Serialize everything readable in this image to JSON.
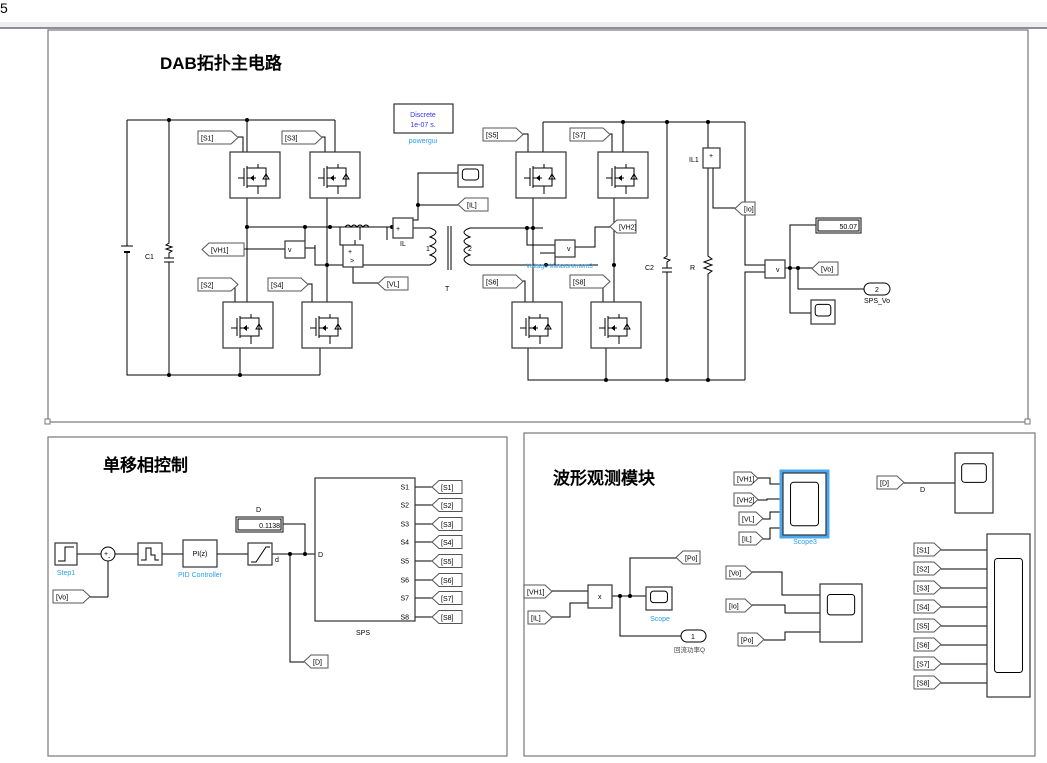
{
  "window": {
    "corner_text": "5"
  },
  "colors": {
    "wire": "#000000",
    "block_label_blue": "#2a9ff0",
    "powergui_text": "#3333ff",
    "selection": "#4aa8f0",
    "port_plus": "#dd0000",
    "area_border": "#777777"
  },
  "dab": {
    "title": "DAB拓扑主电路",
    "powergui": {
      "line1": "Discrete",
      "line2": "1e-07 s.",
      "label": "powergui"
    },
    "labels": {
      "C1": "C1",
      "C2": "C2",
      "R": "R",
      "IL": "IL",
      "IL1": "IL1",
      "T": "T",
      "winding1": "1",
      "winding2": "2",
      "vm3": "Voltage Measurement3",
      "sps_vo": "SPS_Vo"
    },
    "gate_tags": [
      "[S1]",
      "[S3]",
      "[S2]",
      "[S4]",
      "[S5]",
      "[S7]",
      "[S6]",
      "[S8]"
    ],
    "goto_tags": [
      "[VH1]",
      "[IL]",
      "[VL]",
      "[VH2]",
      "[Io]",
      "[Vo]"
    ],
    "display_vo": "50.07",
    "outport_number": "2",
    "icons": [
      "mosfet-icon",
      "scope-icon",
      "dc-source-icon",
      "capacitor-icon",
      "resistor-icon",
      "inductor-icon",
      "transformer-icon"
    ]
  },
  "control": {
    "title": "单移相控制",
    "step_label": "Step1",
    "sum_signs": "+-",
    "pi_text": "PI(z)",
    "pi_label": "PID Controller",
    "sat_out_label": "d",
    "display_label": "D",
    "display_value": "0.1138",
    "sps_label": "SPS",
    "sps_input": "D",
    "sps_outputs": [
      "S1",
      "S2",
      "S3",
      "S4",
      "S5",
      "S6",
      "S7",
      "S8"
    ],
    "out_tags": [
      "[S1]",
      "[S2]",
      "[S3]",
      "[S4]",
      "[S5]",
      "[S6]",
      "[S7]",
      "[S8]"
    ],
    "vo_tag": "[Vo]",
    "d_tag": "[D]"
  },
  "scopes": {
    "title": "波形观测模块",
    "scope3_label": "Scope3",
    "scope3_inputs": [
      "[VH1]",
      "[VH2]",
      "[VL]",
      "[IL]"
    ],
    "d_tag": "[D]",
    "d_signal": "D",
    "product_inputs": [
      "[VH1]",
      "[IL]"
    ],
    "product_text": "x",
    "po_goto": "[Po]",
    "scope_label": "Scope",
    "outport_number": "1",
    "outport_label": "回流功率Q",
    "scope2_inputs": [
      "[Vo]",
      "[Io]",
      "[Po]"
    ],
    "gate_inputs": [
      "[S1]",
      "[S2]",
      "[S3]",
      "[S4]",
      "[S5]",
      "[S6]",
      "[S7]",
      "[S8]"
    ]
  }
}
